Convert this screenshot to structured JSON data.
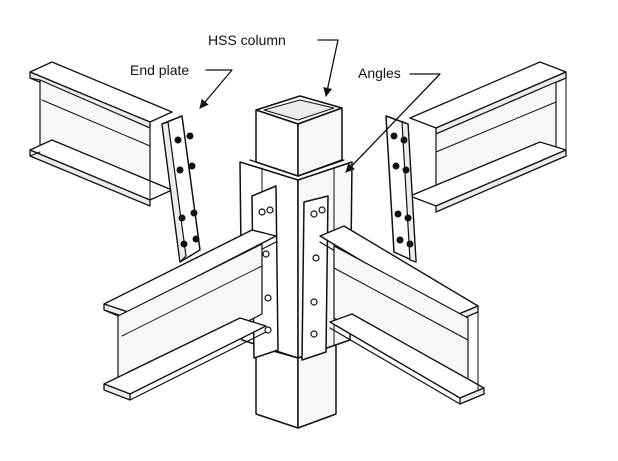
{
  "labels": {
    "hss_column": "HSS column",
    "end_plate": "End plate",
    "angles": "Angles"
  },
  "colors": {
    "ink": "#111111",
    "paper": "#ffffff",
    "shade": "#ececec"
  },
  "icons": {
    "leader_arrow": "arrowhead"
  }
}
